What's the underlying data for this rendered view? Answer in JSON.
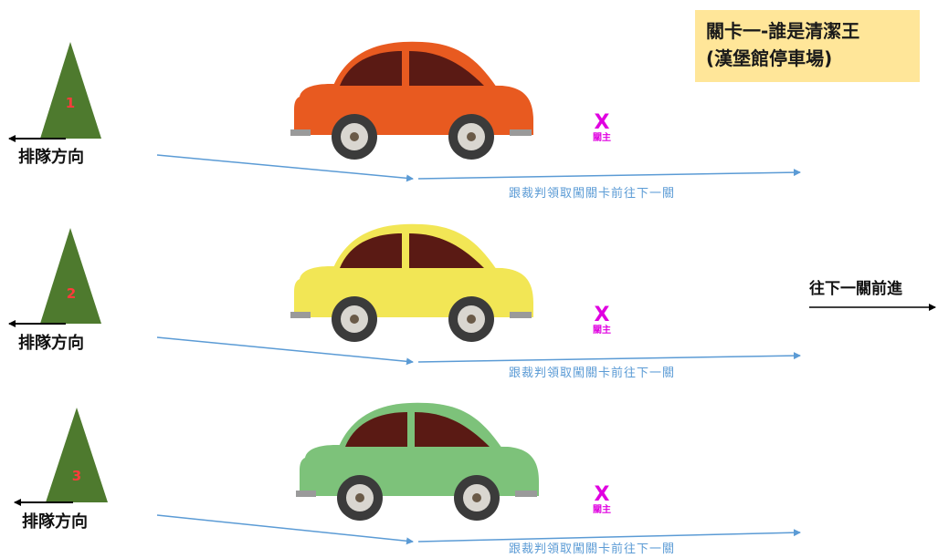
{
  "title": {
    "line1": "關卡一-誰是清潔王",
    "line2": "(漢堡館停車場)"
  },
  "lanes": [
    {
      "cone_number": "1",
      "queue_label": "排隊方向",
      "referee_mark": "X",
      "referee_label": "關主",
      "flow_caption": "跟裁判領取闖關卡前往下一關",
      "car_color": "#e85a20"
    },
    {
      "cone_number": "2",
      "queue_label": "排隊方向",
      "referee_mark": "X",
      "referee_label": "關主",
      "flow_caption": "跟裁判領取闖關卡前往下一關",
      "car_color": "#f2e655"
    },
    {
      "cone_number": "3",
      "queue_label": "排隊方向",
      "referee_mark": "X",
      "referee_label": "關主",
      "flow_caption": "跟裁判領取闖關卡前往下一關",
      "car_color": "#7dc27a"
    }
  ],
  "next_label": "往下一關前進",
  "colors": {
    "cone": "#4e7a2e",
    "window": "#5a1a14",
    "arrow": "#5b9bd5",
    "referee": "#e000e0",
    "title_bg": "#ffe699"
  }
}
